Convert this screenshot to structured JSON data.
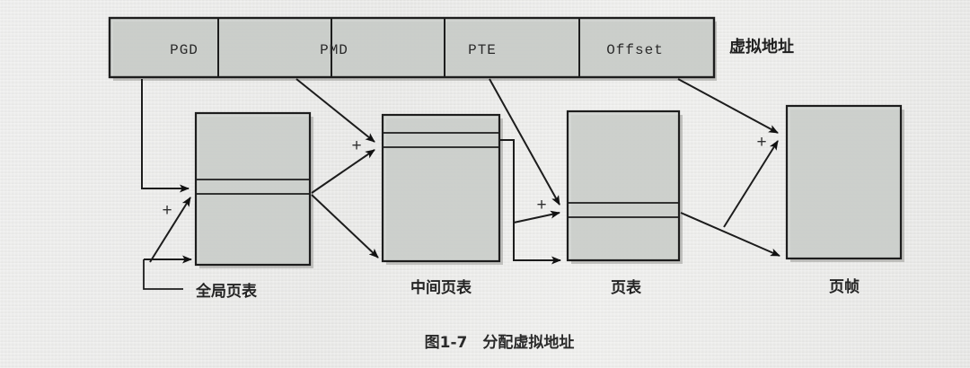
{
  "figure": {
    "caption": "图1-7　分配虚拟地址",
    "virtual_address_label": "虚拟地址",
    "address_bar": {
      "segments": [
        {
          "label": "PGD"
        },
        {
          "label": "PMD"
        },
        {
          "label": "PTE"
        },
        {
          "label": "Offset"
        }
      ]
    },
    "tables": [
      {
        "label": "全局页表"
      },
      {
        "label": "中间页表"
      },
      {
        "label": "页表"
      },
      {
        "label": "页帧"
      }
    ],
    "operators": [
      {
        "symbol": "+"
      },
      {
        "symbol": "+"
      },
      {
        "symbol": "+"
      },
      {
        "symbol": "+"
      }
    ]
  },
  "colors": {
    "background": "#e9e9e7",
    "box_fill": "#cfd2cf",
    "stroke": "#1d1d1d",
    "text": "#242424"
  }
}
